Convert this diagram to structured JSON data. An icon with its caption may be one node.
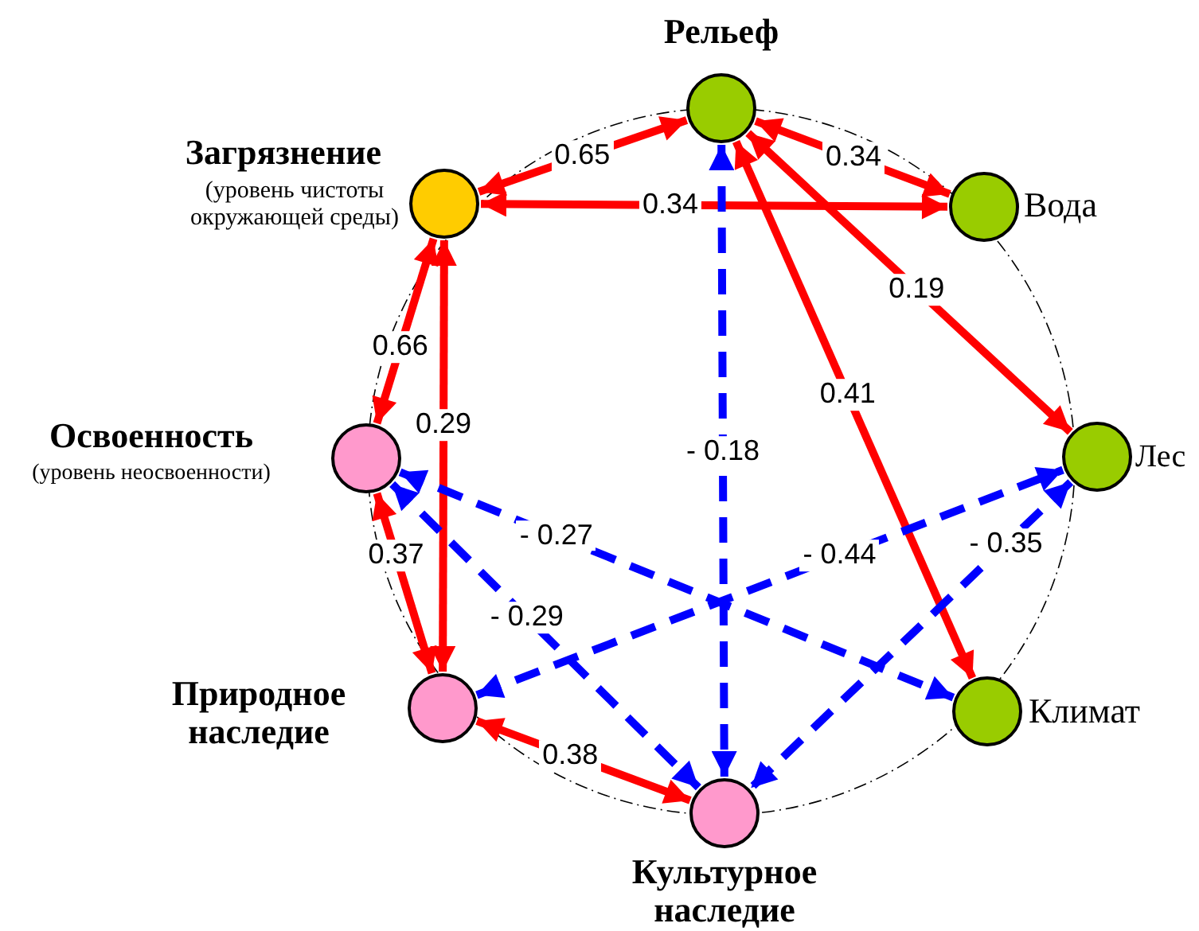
{
  "diagram": {
    "nodes": [
      {
        "text": [
          "Рельеф"
        ]
      },
      {
        "text": [
          "Вода"
        ]
      },
      {
        "text": [
          "Загрязнение",
          "(уровень чистоты окружающей среды)"
        ]
      },
      {
        "text": [
          "Лес"
        ]
      },
      {
        "text": [
          "Освоенность",
          "(уровень неосвоенности)"
        ]
      },
      {
        "text": [
          "Климат"
        ]
      },
      {
        "text": [
          "Природное наследие"
        ]
      },
      {
        "text": [
          "Культурное наследие"
        ]
      }
    ],
    "edges": [
      {
        "from": 2,
        "to": 0,
        "arrow": "both",
        "label": "0.65"
      },
      {
        "from": 0,
        "to": 1,
        "arrow": "both",
        "label": "0.34"
      },
      {
        "from": 2,
        "to": 1,
        "arrow": "both",
        "label": "0.34"
      },
      {
        "from": 0,
        "to": 3,
        "arrow": "both",
        "label": "0.19"
      },
      {
        "from": 0,
        "to": 5,
        "arrow": "both",
        "label": "0.41"
      },
      {
        "from": 2,
        "to": 4,
        "arrow": "both",
        "label": "0.66"
      },
      {
        "from": 2,
        "to": 6,
        "arrow": "both",
        "label": "0.29"
      },
      {
        "from": 4,
        "to": 6,
        "arrow": "both",
        "label": "0.37"
      },
      {
        "from": 6,
        "to": 7,
        "arrow": "both",
        "label": "0.38"
      },
      {
        "from": 0,
        "to": 7,
        "arrow": "both",
        "label": "- 0.18",
        "style": "dashed",
        "color": "#0000ff"
      },
      {
        "from": 4,
        "to": 5,
        "arrow": "both",
        "label": "- 0.27",
        "style": "dashed",
        "color": "#0000ff"
      },
      {
        "from": 4,
        "to": 7,
        "arrow": "both",
        "label": "- 0.29",
        "style": "dashed",
        "color": "#0000ff"
      },
      {
        "from": 6,
        "to": 3,
        "arrow": "both",
        "label": "- 0.44",
        "style": "dashed",
        "color": "#0000ff"
      },
      {
        "from": 3,
        "to": 7,
        "arrow": "both",
        "label": "- 0.35",
        "style": "dashed",
        "color": "#0000ff"
      }
    ]
  }
}
